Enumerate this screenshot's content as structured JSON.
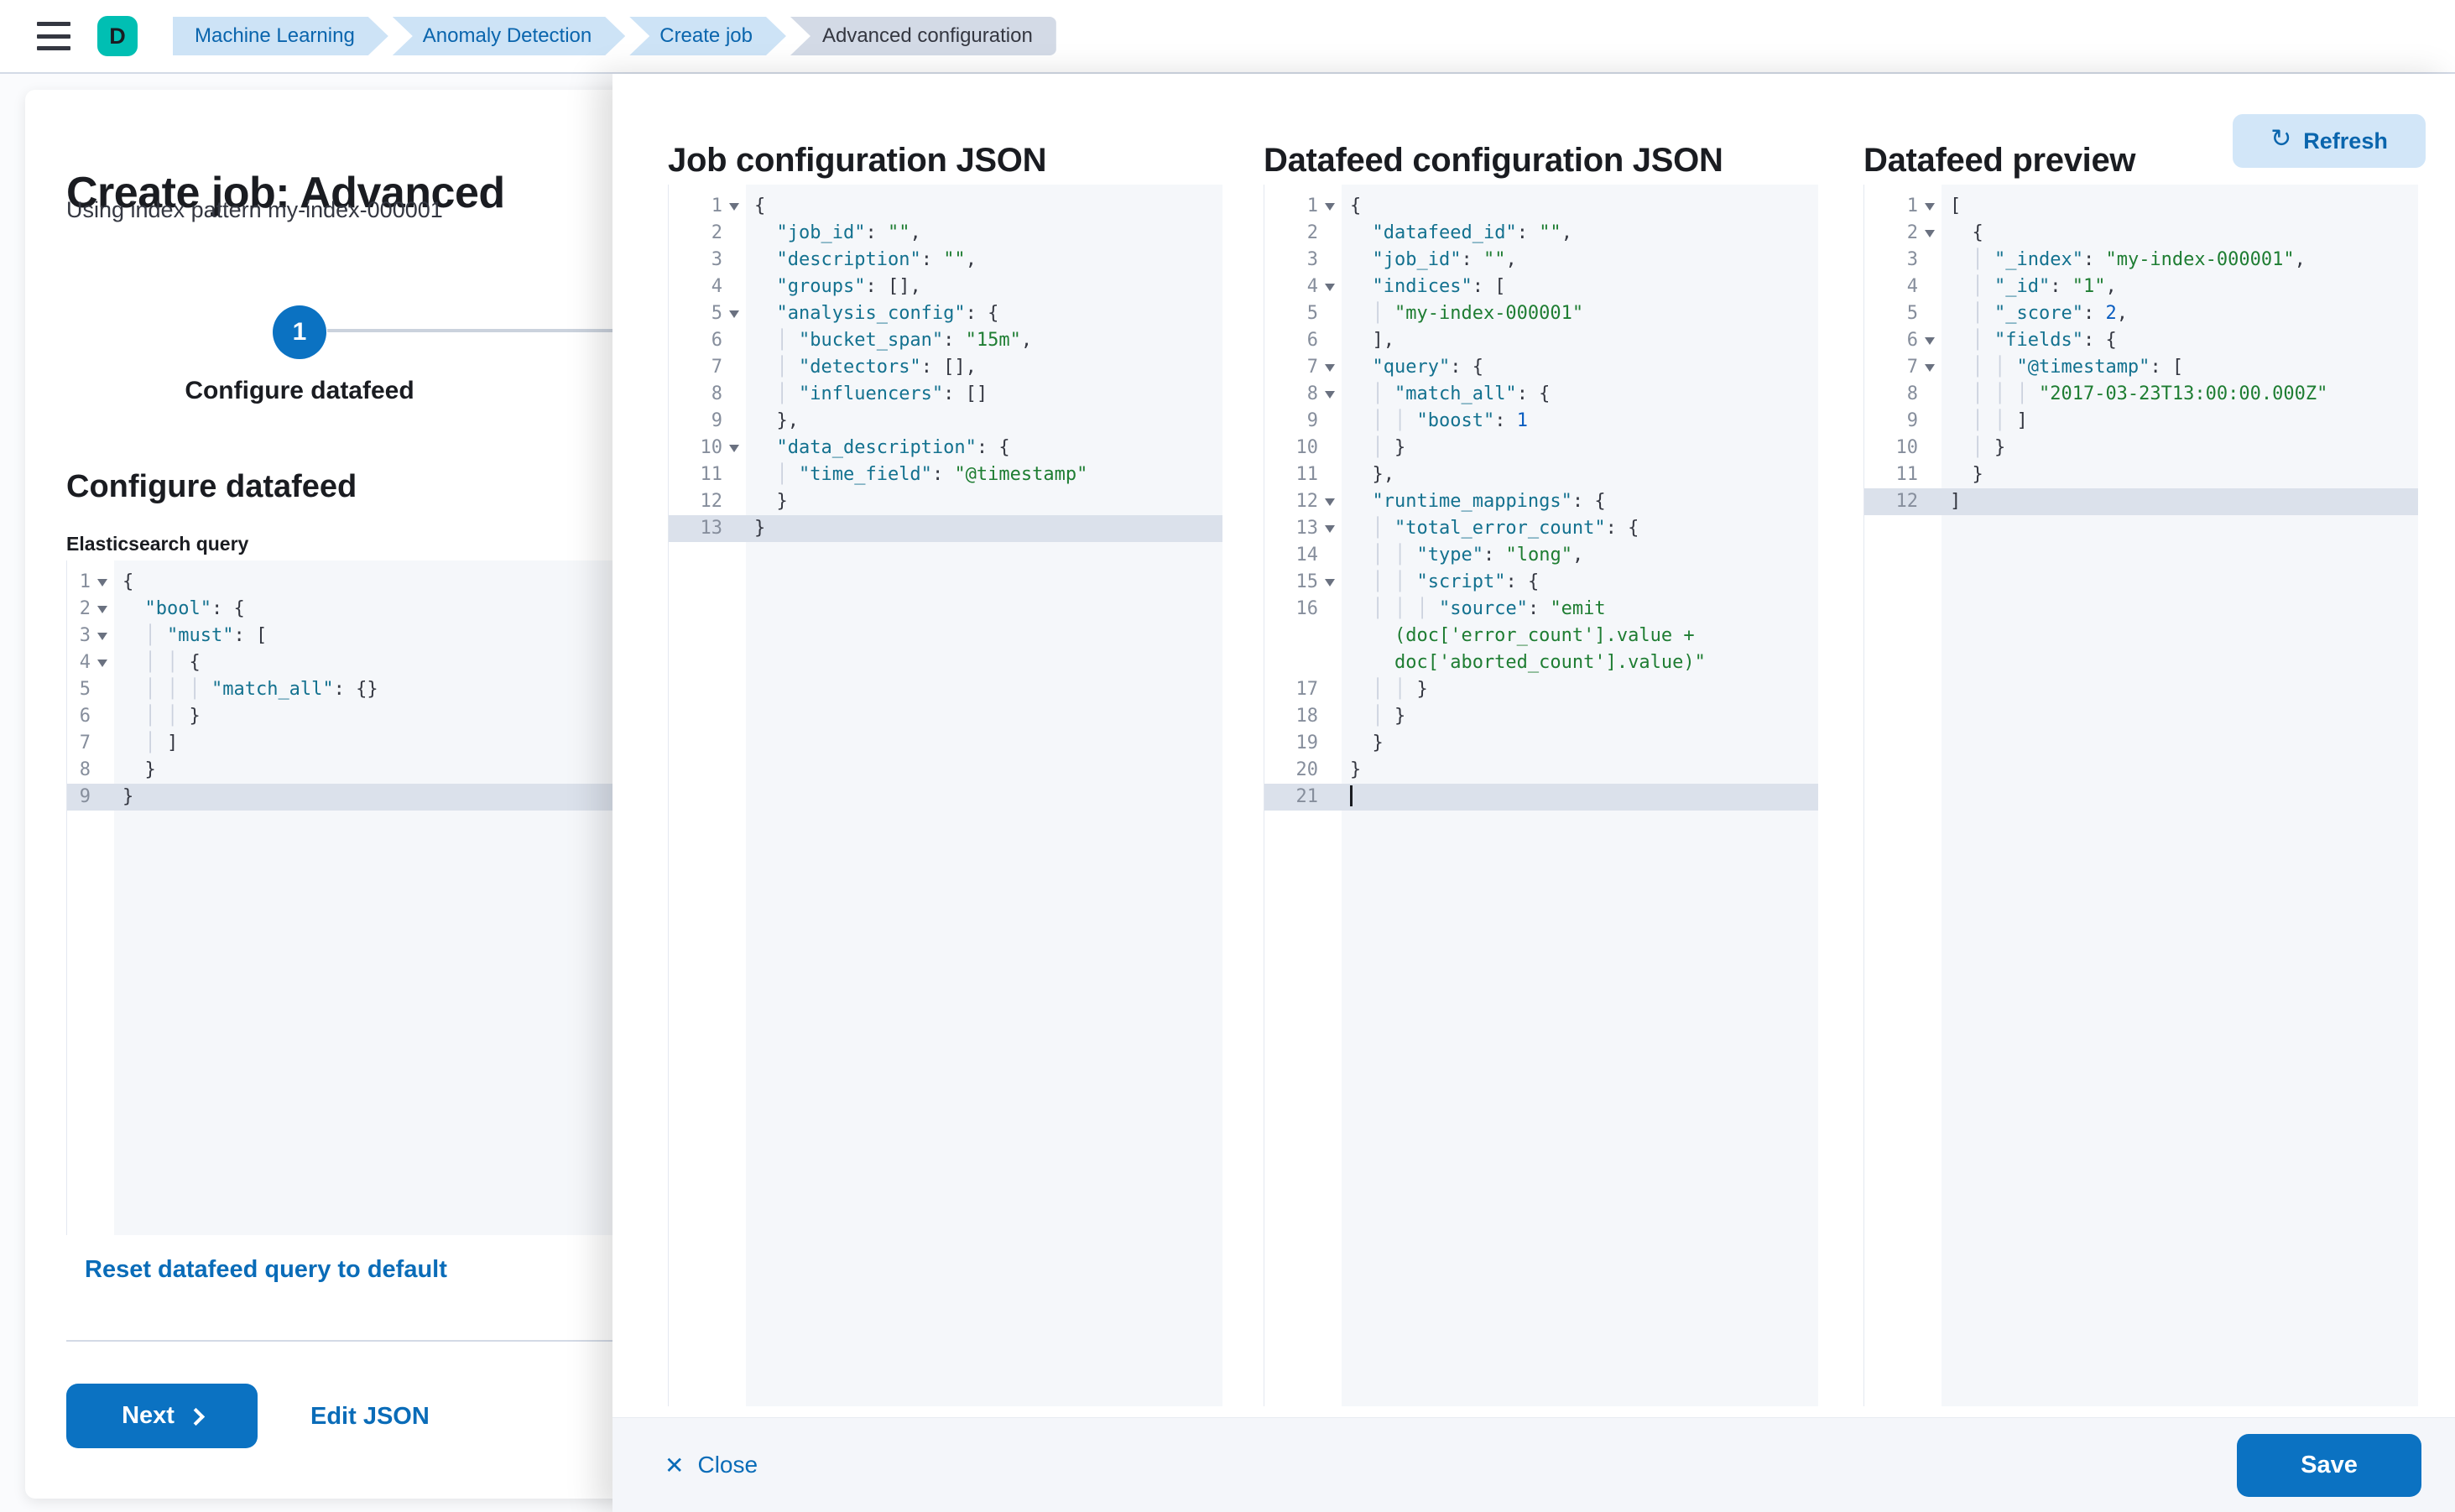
{
  "topbar": {
    "avatar_initial": "D",
    "breadcrumbs": [
      "Machine Learning",
      "Anomaly Detection",
      "Create job",
      "Advanced configuration"
    ]
  },
  "wizard": {
    "title": "Create job: Advanced",
    "subtitle": "Using index pattern my-index-000001",
    "step_number": "1",
    "step_label": "Configure datafeed",
    "section_heading": "Configure datafeed",
    "query_label": "Elasticsearch query",
    "reset_link": "Reset datafeed query to default",
    "next_button": "Next",
    "edit_json_link": "Edit JSON"
  },
  "flyout": {
    "panel_titles": [
      "Job configuration JSON",
      "Datafeed configuration JSON",
      "Datafeed preview"
    ],
    "refresh_button": "Refresh",
    "refresh_icon": "↻",
    "close_icon": "✕",
    "close_button": "Close",
    "save_button": "Save"
  },
  "colors": {
    "primary_blue": "#0b72c2",
    "link_blue": "#0a6cb8",
    "breadcrumb_blue_bg": "#cde3f6",
    "breadcrumb_gray_bg": "#d3dae6",
    "avatar_teal": "#00bfb3",
    "code_bg": "#f5f7fa",
    "active_line": "#dbe1eb",
    "json_key": "#13718f",
    "json_string": "#1e7d32",
    "json_number": "#0a5dc0"
  },
  "editors": {
    "esq": {
      "lines": [
        [
          1,
          0,
          [
            [
              "p",
              "{"
            ]
          ],
          "f"
        ],
        [
          2,
          1,
          [
            [
              "k",
              "\"bool\""
            ],
            [
              "p",
              ": {"
            ]
          ],
          "f"
        ],
        [
          3,
          2,
          [
            [
              "k",
              "\"must\""
            ],
            [
              "p",
              ": ["
            ]
          ],
          "f"
        ],
        [
          4,
          3,
          [
            [
              "p",
              "{"
            ]
          ],
          "f"
        ],
        [
          5,
          4,
          [
            [
              "k",
              "\"match_all\""
            ],
            [
              "p",
              ": {}"
            ]
          ],
          ""
        ],
        [
          6,
          3,
          [
            [
              "p",
              "}"
            ]
          ],
          ""
        ],
        [
          7,
          2,
          [
            [
              "p",
              "]"
            ]
          ],
          ""
        ],
        [
          8,
          1,
          [
            [
              "p",
              "}"
            ]
          ],
          ""
        ],
        [
          9,
          0,
          [
            [
              "p",
              "}"
            ]
          ],
          "h"
        ]
      ]
    },
    "job": {
      "lines": [
        [
          1,
          0,
          [
            [
              "p",
              "{"
            ]
          ],
          "f"
        ],
        [
          2,
          1,
          [
            [
              "k",
              "\"job_id\""
            ],
            [
              "p",
              ": "
            ],
            [
              "s",
              "\"\""
            ],
            [
              "p",
              ","
            ]
          ],
          ""
        ],
        [
          3,
          1,
          [
            [
              "k",
              "\"description\""
            ],
            [
              "p",
              ": "
            ],
            [
              "s",
              "\"\""
            ],
            [
              "p",
              ","
            ]
          ],
          ""
        ],
        [
          4,
          1,
          [
            [
              "k",
              "\"groups\""
            ],
            [
              "p",
              ": [],"
            ]
          ],
          ""
        ],
        [
          5,
          1,
          [
            [
              "k",
              "\"analysis_config\""
            ],
            [
              "p",
              ": {"
            ]
          ],
          "f"
        ],
        [
          6,
          2,
          [
            [
              "k",
              "\"bucket_span\""
            ],
            [
              "p",
              ": "
            ],
            [
              "s",
              "\"15m\""
            ],
            [
              "p",
              ","
            ]
          ],
          ""
        ],
        [
          7,
          2,
          [
            [
              "k",
              "\"detectors\""
            ],
            [
              "p",
              ": [],"
            ]
          ],
          ""
        ],
        [
          8,
          2,
          [
            [
              "k",
              "\"influencers\""
            ],
            [
              "p",
              ": []"
            ]
          ],
          ""
        ],
        [
          9,
          1,
          [
            [
              "p",
              "},"
            ]
          ],
          ""
        ],
        [
          10,
          1,
          [
            [
              "k",
              "\"data_description\""
            ],
            [
              "p",
              ": {"
            ]
          ],
          "f"
        ],
        [
          11,
          2,
          [
            [
              "k",
              "\"time_field\""
            ],
            [
              "p",
              ": "
            ],
            [
              "s",
              "\"@timestamp\""
            ]
          ],
          ""
        ],
        [
          12,
          1,
          [
            [
              "p",
              "}"
            ]
          ],
          ""
        ],
        [
          13,
          0,
          [
            [
              "p",
              "}"
            ]
          ],
          "h"
        ]
      ]
    },
    "datafeed": {
      "lines": [
        [
          1,
          0,
          [
            [
              "p",
              "{"
            ]
          ],
          "f"
        ],
        [
          2,
          1,
          [
            [
              "k",
              "\"datafeed_id\""
            ],
            [
              "p",
              ": "
            ],
            [
              "s",
              "\"\""
            ],
            [
              "p",
              ","
            ]
          ],
          ""
        ],
        [
          3,
          1,
          [
            [
              "k",
              "\"job_id\""
            ],
            [
              "p",
              ": "
            ],
            [
              "s",
              "\"\""
            ],
            [
              "p",
              ","
            ]
          ],
          ""
        ],
        [
          4,
          1,
          [
            [
              "k",
              "\"indices\""
            ],
            [
              "p",
              ": ["
            ]
          ],
          "f"
        ],
        [
          5,
          2,
          [
            [
              "s",
              "\"my-index-000001\""
            ]
          ],
          ""
        ],
        [
          6,
          1,
          [
            [
              "p",
              "],"
            ]
          ],
          ""
        ],
        [
          7,
          1,
          [
            [
              "k",
              "\"query\""
            ],
            [
              "p",
              ": {"
            ]
          ],
          "f"
        ],
        [
          8,
          2,
          [
            [
              "k",
              "\"match_all\""
            ],
            [
              "p",
              ": {"
            ]
          ],
          "f"
        ],
        [
          9,
          3,
          [
            [
              "k",
              "\"boost\""
            ],
            [
              "p",
              ": "
            ],
            [
              "n",
              "1"
            ]
          ],
          ""
        ],
        [
          10,
          2,
          [
            [
              "p",
              "}"
            ]
          ],
          ""
        ],
        [
          11,
          1,
          [
            [
              "p",
              "},"
            ]
          ],
          ""
        ],
        [
          12,
          1,
          [
            [
              "k",
              "\"runtime_mappings\""
            ],
            [
              "p",
              ": {"
            ]
          ],
          "f"
        ],
        [
          13,
          2,
          [
            [
              "k",
              "\"total_error_count\""
            ],
            [
              "p",
              ": {"
            ]
          ],
          "f"
        ],
        [
          14,
          3,
          [
            [
              "k",
              "\"type\""
            ],
            [
              "p",
              ": "
            ],
            [
              "s",
              "\"long\""
            ],
            [
              "p",
              ","
            ]
          ],
          ""
        ],
        [
          15,
          3,
          [
            [
              "k",
              "\"script\""
            ],
            [
              "p",
              ": {"
            ]
          ],
          "f"
        ],
        [
          16,
          4,
          [
            [
              "k",
              "\"source\""
            ],
            [
              "p",
              ": "
            ],
            [
              "s",
              "\"emit\n    (doc['error_count'].value +\n    doc['aborted_count'].value)\""
            ]
          ],
          ""
        ],
        [
          17,
          3,
          [
            [
              "p",
              "}"
            ]
          ],
          ""
        ],
        [
          18,
          2,
          [
            [
              "p",
              "}"
            ]
          ],
          ""
        ],
        [
          19,
          1,
          [
            [
              "p",
              "}"
            ]
          ],
          ""
        ],
        [
          20,
          0,
          [
            [
              "p",
              "}"
            ]
          ],
          ""
        ],
        [
          21,
          0,
          [],
          "hc"
        ]
      ]
    },
    "preview": {
      "lines": [
        [
          1,
          0,
          [
            [
              "p",
              "["
            ]
          ],
          "f"
        ],
        [
          2,
          1,
          [
            [
              "p",
              "{"
            ]
          ],
          "f"
        ],
        [
          3,
          2,
          [
            [
              "k",
              "\"_index\""
            ],
            [
              "p",
              ": "
            ],
            [
              "s",
              "\"my-index-000001\""
            ],
            [
              "p",
              ","
            ]
          ],
          ""
        ],
        [
          4,
          2,
          [
            [
              "k",
              "\"_id\""
            ],
            [
              "p",
              ": "
            ],
            [
              "s",
              "\"1\""
            ],
            [
              "p",
              ","
            ]
          ],
          ""
        ],
        [
          5,
          2,
          [
            [
              "k",
              "\"_score\""
            ],
            [
              "p",
              ": "
            ],
            [
              "n",
              "2"
            ],
            [
              "p",
              ","
            ]
          ],
          ""
        ],
        [
          6,
          2,
          [
            [
              "k",
              "\"fields\""
            ],
            [
              "p",
              ": {"
            ]
          ],
          "f"
        ],
        [
          7,
          3,
          [
            [
              "k",
              "\"@timestamp\""
            ],
            [
              "p",
              ": ["
            ]
          ],
          "f"
        ],
        [
          8,
          4,
          [
            [
              "s",
              "\"2017-03-23T13:00:00.000Z\""
            ]
          ],
          ""
        ],
        [
          9,
          3,
          [
            [
              "p",
              "]"
            ]
          ],
          ""
        ],
        [
          10,
          2,
          [
            [
              "p",
              "}"
            ]
          ],
          ""
        ],
        [
          11,
          1,
          [
            [
              "p",
              "}"
            ]
          ],
          ""
        ],
        [
          12,
          0,
          [
            [
              "p",
              "]"
            ]
          ],
          "h"
        ]
      ]
    }
  }
}
